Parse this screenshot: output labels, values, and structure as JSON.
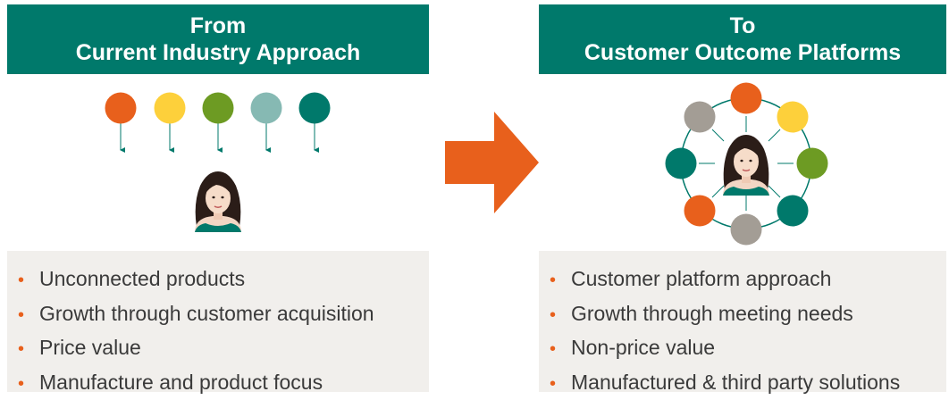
{
  "colors": {
    "header_bg": "#00796b",
    "panel_bg": "#f1efec",
    "arrow": "#e8601c",
    "bullet": "#e8601c",
    "orange": "#e8601c",
    "yellow": "#fdd03b",
    "green": "#6d9b23",
    "light_teal": "#86b9b3",
    "dark_teal": "#00796b",
    "gray": "#a39d95"
  },
  "left": {
    "header_line1": "From",
    "header_line2": "Current Industry Approach",
    "items": [
      "Unconnected products",
      "Growth through customer acquisition",
      "Price value",
      "Manufacture and product focus"
    ]
  },
  "right": {
    "header_line1": "To",
    "header_line2": "Customer Outcome Platforms",
    "items": [
      "Customer platform approach",
      "Growth through meeting needs",
      "Non-price value",
      "Manufactured & third party solutions"
    ]
  },
  "bullet_char": "•",
  "icons": {
    "arrow": "right-arrow-icon",
    "person": "customer-avatar-icon",
    "circle": "product-circle-icon"
  }
}
